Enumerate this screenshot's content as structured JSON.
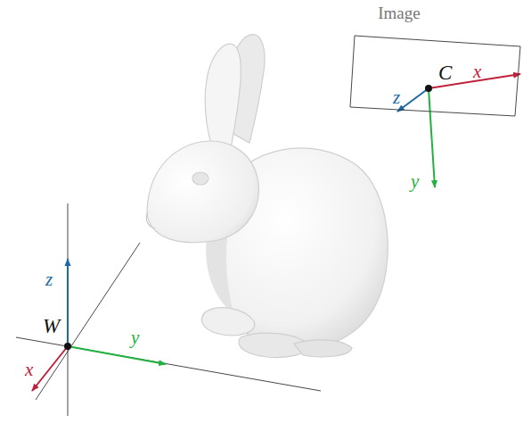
{
  "diagram": {
    "nodes": [
      {
        "text": [
          "Image"
        ]
      }
    ],
    "labels": [
      "C",
      "x",
      "z",
      "y",
      "W",
      "z",
      "y",
      "x"
    ]
  }
}
